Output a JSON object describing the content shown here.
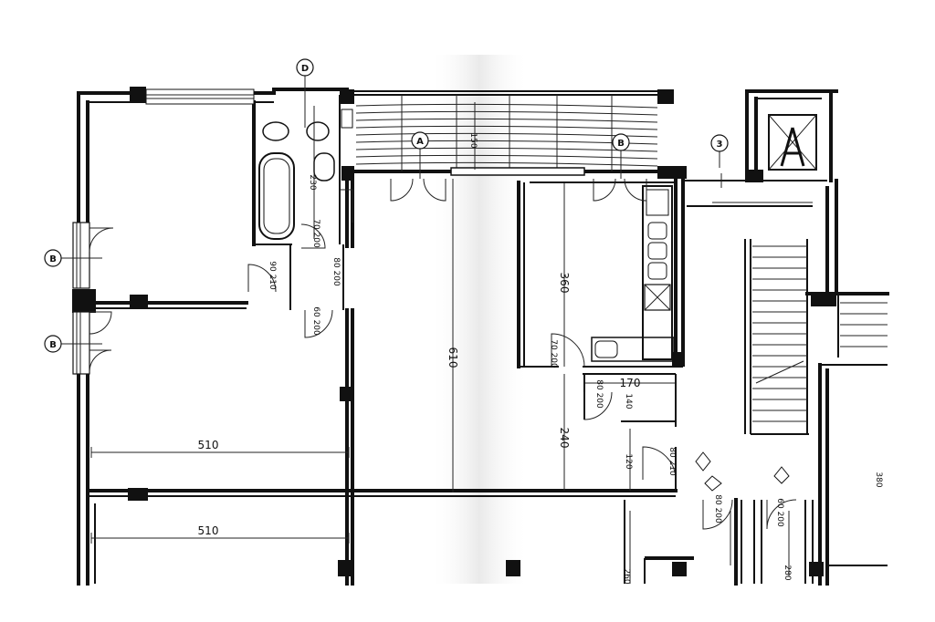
{
  "section_markers": {
    "a": "A",
    "b": "B",
    "d": "D",
    "n3": "3"
  },
  "dimensions": {
    "room_width_upper": "510",
    "room_width_lower": "510",
    "living_depth": "610",
    "kitchen_depth": "360",
    "corridor_depth": "240",
    "balcony_depth": "150",
    "bath_depth": "230",
    "store_width": "170",
    "store_depth": "140",
    "hall_width": "120",
    "lower_room": "260",
    "right_room": "280",
    "right_edge": "380"
  },
  "door_labels": {
    "door_1": "90 210",
    "door_2": "70 200",
    "door_3": "80 200",
    "door_4": "60 200",
    "door_5": "70 200",
    "door_6": "80 200",
    "door_7": "80 210",
    "door_8": "80 200",
    "door_9": "60 200"
  },
  "colors": {
    "ink": "#111111",
    "paper": "#ffffff"
  }
}
